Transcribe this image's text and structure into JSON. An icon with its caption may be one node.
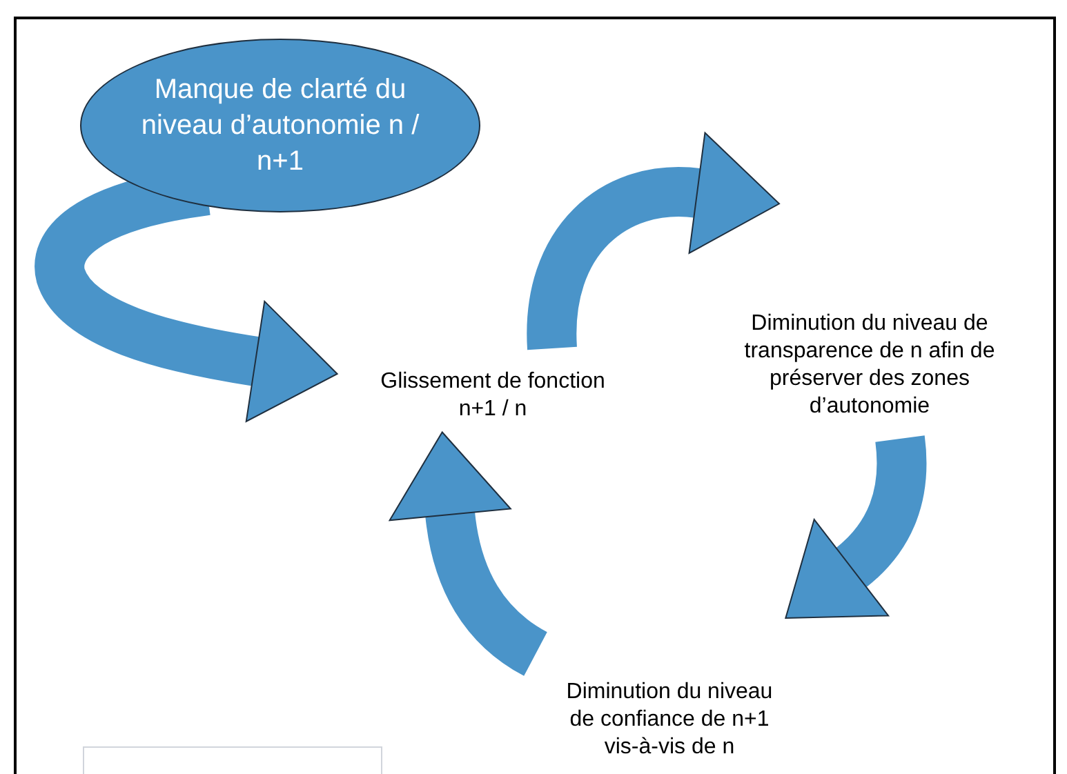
{
  "diagram": {
    "nodes": [
      {
        "text": [
          "Manque de clarté du niveau d’autonomie n / n+1"
        ]
      },
      {
        "text": [
          "Glissement de fonction n+1 / n"
        ]
      },
      {
        "text": [
          "Diminution du niveau de transparence de n afin de préserver des zones d’autonomie"
        ]
      },
      {
        "text": [
          "Diminution du niveau de confiance de n+1 vis-à-vis de n"
        ]
      }
    ],
    "edges": [
      {
        "from": 0,
        "to": 1,
        "arrow": "to"
      },
      {
        "from": 1,
        "to": 2,
        "arrow": "to"
      },
      {
        "from": 2,
        "to": 3,
        "arrow": "to"
      },
      {
        "from": 3,
        "to": 1,
        "arrow": "to"
      }
    ]
  }
}
